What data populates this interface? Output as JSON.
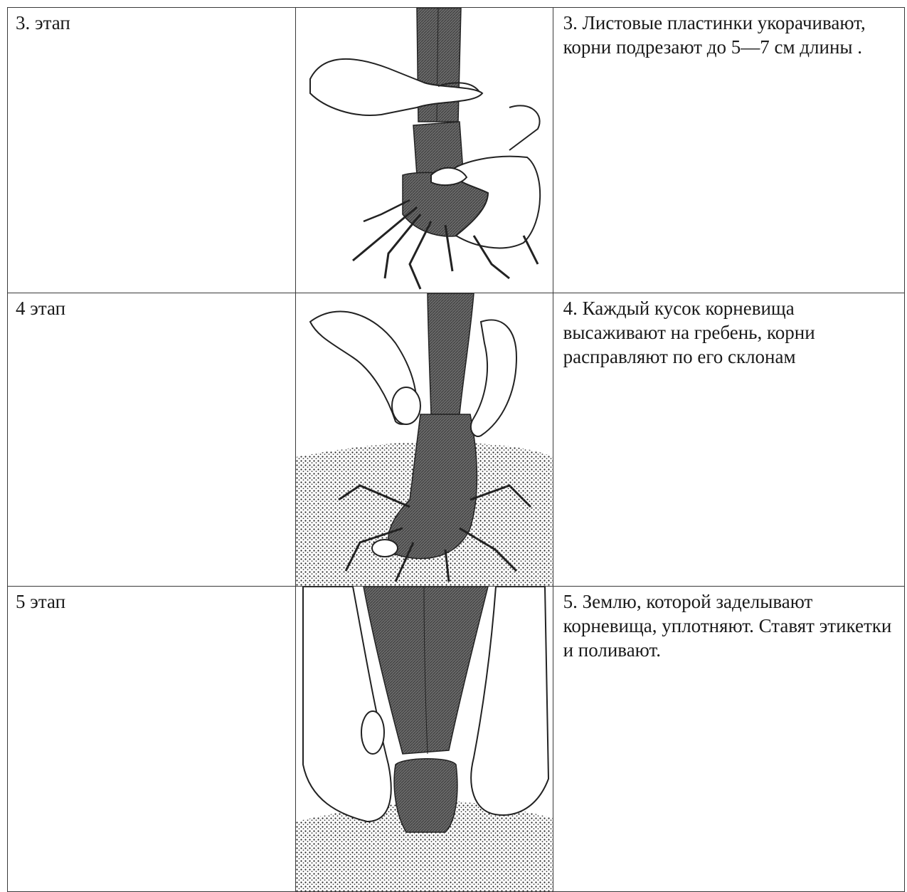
{
  "rows": [
    {
      "stage": "3. этап",
      "description": "3.  Листовые пластинки укорачивают, корни подрезают до 5—7 см длины   ."
    },
    {
      "stage": "4 этап",
      "description": "4. Каждый кусок корневища высаживают на гребень, корни расправляют по его склонам"
    },
    {
      "stage": "5 этап",
      "description": "5. Землю, которой заделывают корневища, уплотняют. Ставят этикетки и поливают."
    }
  ],
  "illustrations": [
    "hands-trimming-leaves-and-roots",
    "hand-planting-rhizome-on-ridge",
    "hands-firming-soil-around-rhizome"
  ]
}
